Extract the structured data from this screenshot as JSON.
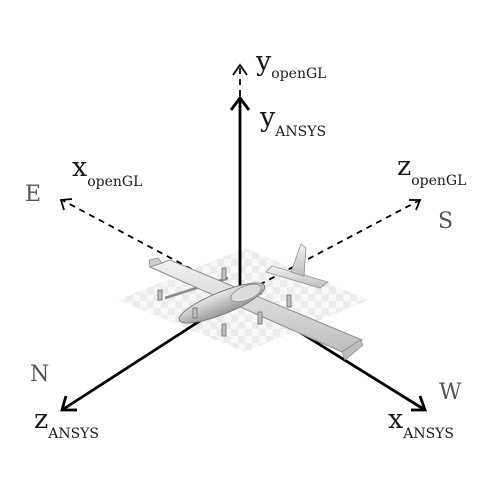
{
  "axes": {
    "y_opengl": {
      "main": "y",
      "sub": "openGL"
    },
    "y_ansys": {
      "main": "y",
      "sub": "ANSYS"
    },
    "x_opengl": {
      "main": "x",
      "sub": "openGL"
    },
    "z_opengl": {
      "main": "z",
      "sub": "openGL"
    },
    "z_ansys": {
      "main": "z",
      "sub": "ANSYS"
    },
    "x_ansys": {
      "main": "x",
      "sub": "ANSYS"
    }
  },
  "directions": {
    "east": "E",
    "south": "S",
    "north": "N",
    "west": "W"
  },
  "colors": {
    "axis": "#000000",
    "direction_text": "#555555",
    "aircraft": "#d4d4d4",
    "grid": "#e2e2e2"
  },
  "figure": {
    "object": "fixed-wing-vtol-drone-model"
  }
}
